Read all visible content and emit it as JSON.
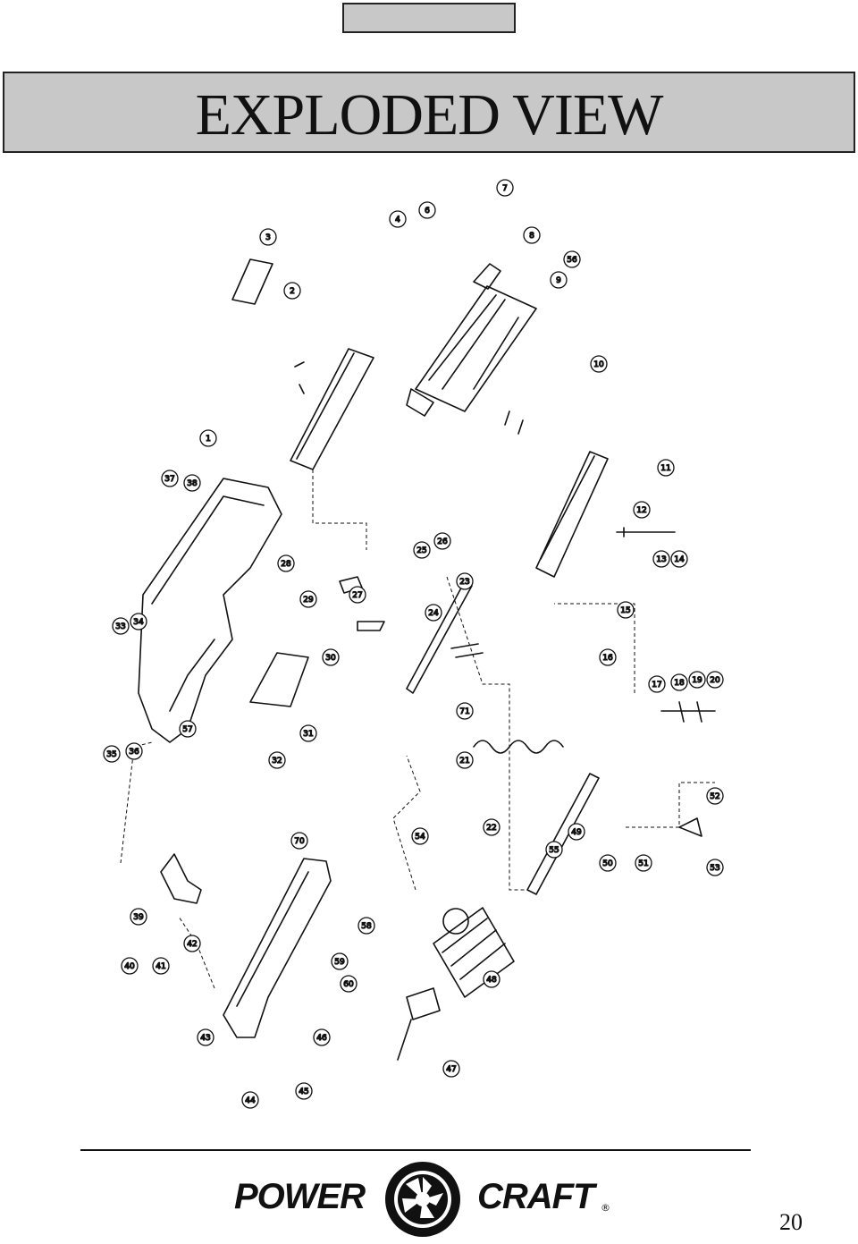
{
  "header": {
    "title": "EXPLODED VIEW"
  },
  "diagram": {
    "callouts": [
      "1",
      "2",
      "3",
      "4",
      "6",
      "7",
      "8",
      "9",
      "10",
      "11",
      "12",
      "13",
      "14",
      "15",
      "16",
      "17",
      "18",
      "19",
      "20",
      "21",
      "22",
      "23",
      "24",
      "25",
      "26",
      "27",
      "28",
      "29",
      "30",
      "31",
      "32",
      "33",
      "34",
      "35",
      "36",
      "37",
      "38",
      "39",
      "40",
      "41",
      "42",
      "43",
      "44",
      "45",
      "46",
      "47",
      "48",
      "49",
      "50",
      "51",
      "52",
      "53",
      "54",
      "55",
      "56",
      "57",
      "58",
      "59",
      "60",
      "70",
      "71"
    ]
  },
  "footer": {
    "brand_left": "POWER",
    "brand_right": "CRAFT",
    "registered_mark": "®",
    "page_number": "20"
  }
}
